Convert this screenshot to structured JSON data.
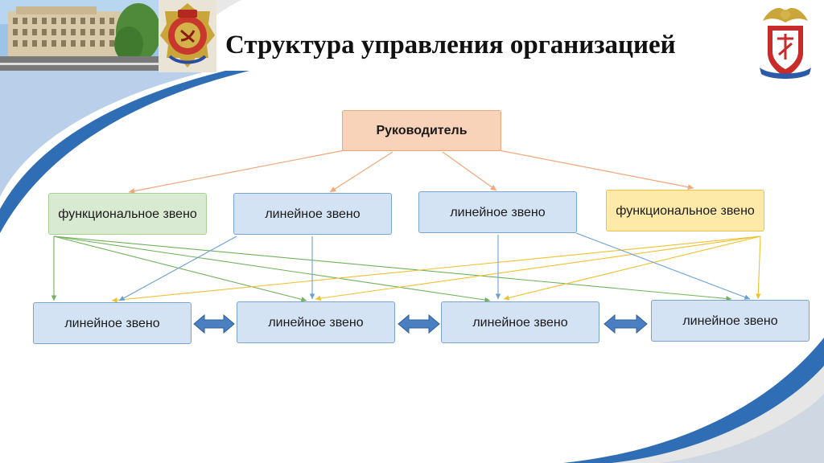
{
  "title": "Структура управления организацией",
  "nodes": {
    "head": "Руководитель",
    "func_left": "функциональное звено",
    "line_mid1": "линейное звено",
    "line_mid2": "линейное звено",
    "func_right": "функциональное звено",
    "line_b1": "линейное звено",
    "line_b2": "линейное звено",
    "line_b3": "линейное звено",
    "line_b4": "линейное звено"
  },
  "colors": {
    "blue_fill": "#d4e3f4",
    "green_fill": "#d9ead2",
    "yellow_fill": "#fde9a8",
    "orange_fill": "#f9d3b9",
    "accent_blue": "#2f6db5",
    "arrow_blue": "#4a7fc1"
  },
  "icons": [
    "city-photo",
    "order-medal-icon",
    "police-emblem-icon",
    "double-arrow-icon"
  ]
}
